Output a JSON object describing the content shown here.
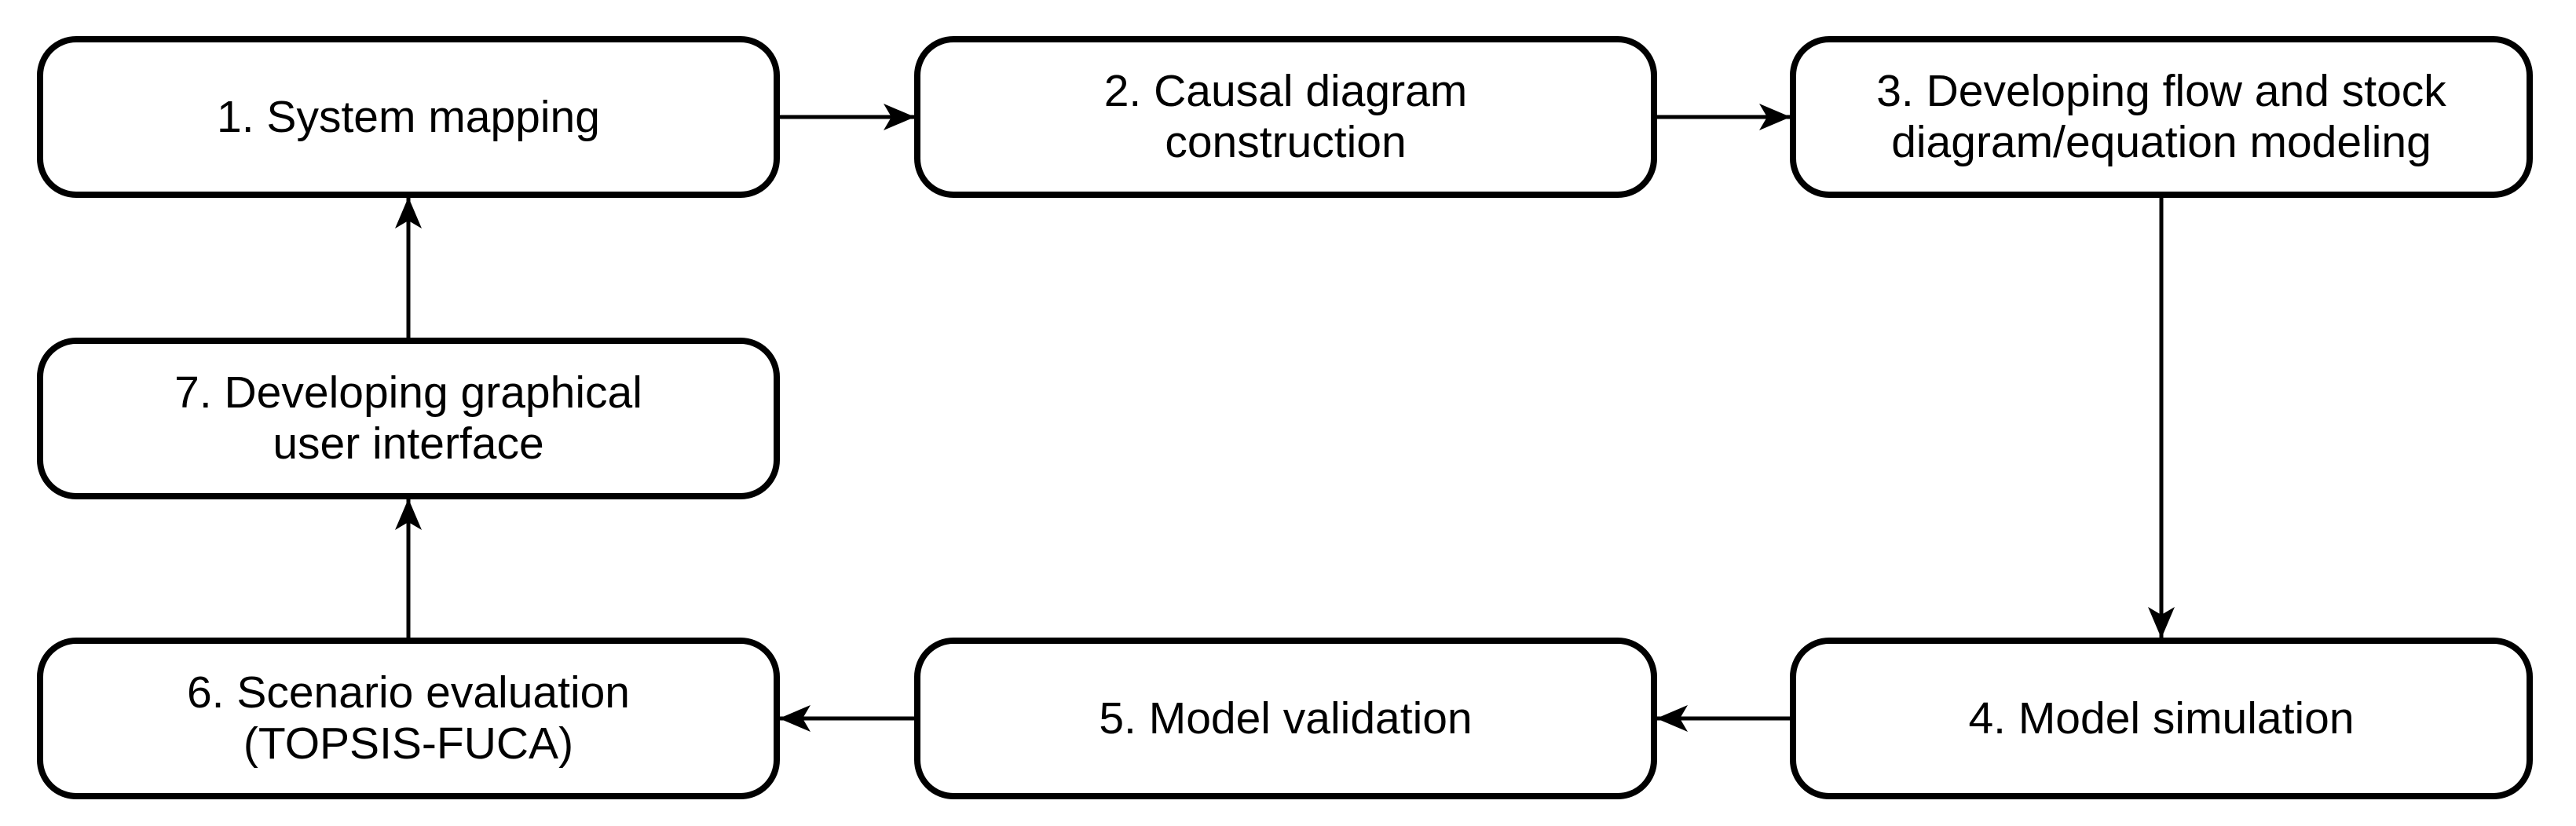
{
  "diagram": {
    "type": "flowchart",
    "description": "Seven-step cyclic modeling process flow"
  },
  "steps": [
    {
      "id": 1,
      "label": "1. System mapping"
    },
    {
      "id": 2,
      "label": "2. Causal diagram\nconstruction"
    },
    {
      "id": 3,
      "label": "3. Developing flow and stock\ndiagram/equation modeling"
    },
    {
      "id": 4,
      "label": "4. Model simulation"
    },
    {
      "id": 5,
      "label": "5. Model validation"
    },
    {
      "id": 6,
      "label": "6. Scenario evaluation\n(TOPSIS-FUCA)"
    },
    {
      "id": 7,
      "label": "7. Developing graphical\nuser interface"
    }
  ],
  "edges": [
    {
      "from": 1,
      "to": 2
    },
    {
      "from": 2,
      "to": 3
    },
    {
      "from": 3,
      "to": 4
    },
    {
      "from": 4,
      "to": 5
    },
    {
      "from": 5,
      "to": 6
    },
    {
      "from": 6,
      "to": 7
    },
    {
      "from": 7,
      "to": 1
    }
  ],
  "colors": {
    "background": "#ffffff",
    "box_fill": "#ffffff",
    "box_border": "#000000",
    "arrow": "#000000",
    "text": "#000000"
  }
}
